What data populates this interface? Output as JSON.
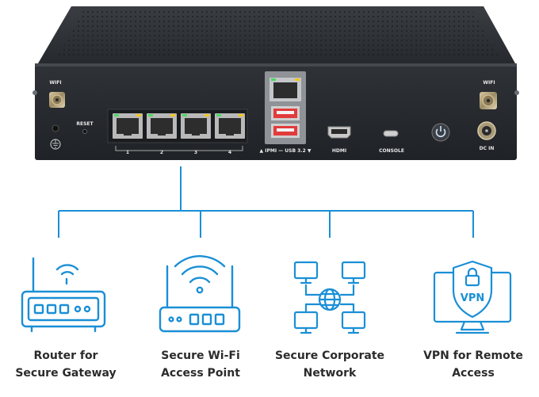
{
  "device": {
    "labels": {
      "wifi_left": "WIFI",
      "wifi_right": "WIFI",
      "reset": "RESET",
      "port_1": "1",
      "port_2": "2",
      "port_3": "3",
      "port_4": "4",
      "ipmi_usb": "▲ IPMI — USB 3.2 ▼",
      "hdmi": "HDMI",
      "console": "CONSOLE",
      "dc_in": "DC IN"
    }
  },
  "icons": [
    "router-icon",
    "wifi-access-point-icon",
    "corporate-network-icon",
    "vpn-monitor-icon"
  ],
  "colors": {
    "icon_blue": "#1a8fd6",
    "line_blue": "#1a8fd6",
    "chassis": "#2b2e33",
    "text_dark": "#2b2b2b"
  },
  "captions": [
    {
      "line1": "Router for",
      "line2": "Secure Gateway"
    },
    {
      "line1": "Secure Wi-Fi",
      "line2": "Access Point"
    },
    {
      "line1": "Secure Corporate",
      "line2": "Network"
    },
    {
      "line1": "VPN for Remote",
      "line2": "Access"
    }
  ],
  "vpn_badge": "VPN"
}
